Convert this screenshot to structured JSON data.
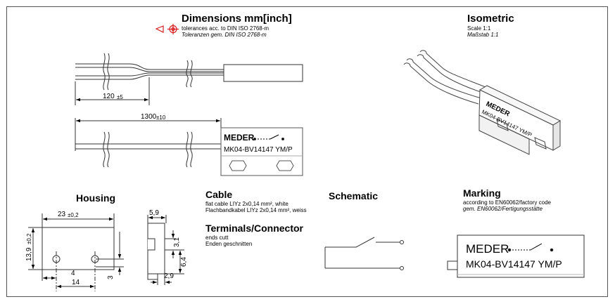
{
  "dimensions": {
    "title": "Dimensions mm[inch]",
    "line1": "tolerances acc. to DIN ISO 2768-m",
    "line2": "Toleranzen gem. DIN ISO 2768-m"
  },
  "isometric": {
    "title": "Isometric",
    "scale": "Scale 1:1",
    "scale_de": "Maßstab 1:1",
    "label_brand": "MEDER",
    "label_part": "MK04-BV14147 YM/P"
  },
  "top_view": {
    "dim_value": "120",
    "dim_tol": "±5"
  },
  "side_view": {
    "dim_value": "1300",
    "dim_tol": "±10",
    "label_brand": "MEDER",
    "label_part": "MK04-BV14147 YM/P"
  },
  "housing": {
    "title": "Housing",
    "width_value": "23",
    "width_tol": "±0,2",
    "height_value": "13,9",
    "height_tol": "±0,2",
    "hole_offset": "4",
    "hole_spacing": "14",
    "side_width": "5,9",
    "side_dim_a": "3,1",
    "side_dim_b": "6,4",
    "side_dim_c": "2,9",
    "side_dim_d": "3"
  },
  "cable": {
    "title": "Cable",
    "line1": "flat cable LIYz 2x0,14 mm², white",
    "line2": "Flachbandkabel LIYz 2x0,14 mm², weiss"
  },
  "terminals": {
    "title": "Terminals/Connector",
    "line1": "ends cutt",
    "line2": "Enden geschnitten"
  },
  "schematic": {
    "title": "Schematic"
  },
  "marking": {
    "title": "Marking",
    "line1": "according to EN60062/factory code",
    "line2": "gem. EN60062/Fertigungsstätte",
    "label_brand": "MEDER",
    "label_part": "MK04-BV14147 YM/P"
  }
}
